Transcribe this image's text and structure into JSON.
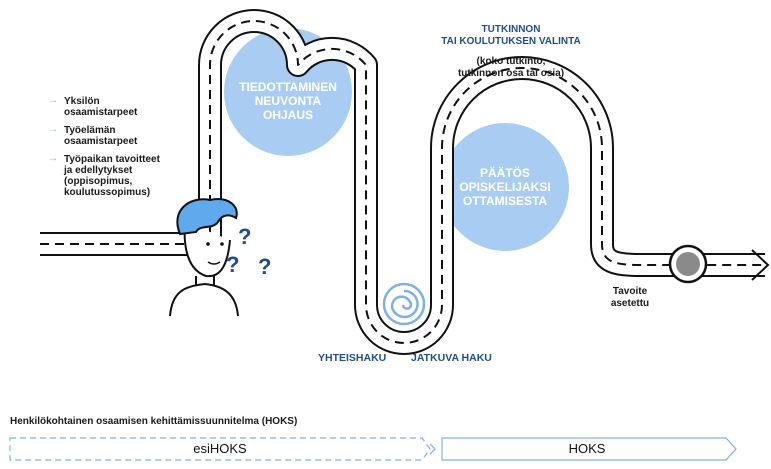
{
  "stages": {
    "info": "TIEDOTTAMINEN NEUVONTA OHJAUS",
    "decision": "PÄÄTÖS OPISKELIJAKSI OTTAMISESTA"
  },
  "top_label": {
    "line1": "TUTKINNON",
    "line2": "TAI KOULUTUKSEN VALINTA",
    "sub1": "(koko tutkinto,",
    "sub2": "tutkinnon osa tai osia)"
  },
  "needs": [
    {
      "line1": "Yksilön",
      "line2": "osaamistarpeet"
    },
    {
      "line1": "Työelämän",
      "line2": "osaamistarpeet"
    },
    {
      "line1": "Työpaikan tavoitteet",
      "line2": "ja edellytykset",
      "line3": "(oppisopimus,",
      "line4": "koulutussopimus)"
    }
  ],
  "bottom_labels": {
    "yhteishaku": "YHTEISHAKU",
    "jatkuva": "JATKUVA HAKU"
  },
  "goal": {
    "line1": "Tavoite",
    "line2": "asetettu"
  },
  "question_mark": "?",
  "hoks": {
    "title": "Henkilökohtainen osaamisen kehittämissuunnitelma (HOKS)",
    "esi": "esiHOKS",
    "main": "HOKS"
  },
  "colors": {
    "circle": "#a9cdf2",
    "accent": "#1e4f8c",
    "person_hair": "#5fa9ec",
    "arrow_light": "#7fb0e6"
  }
}
